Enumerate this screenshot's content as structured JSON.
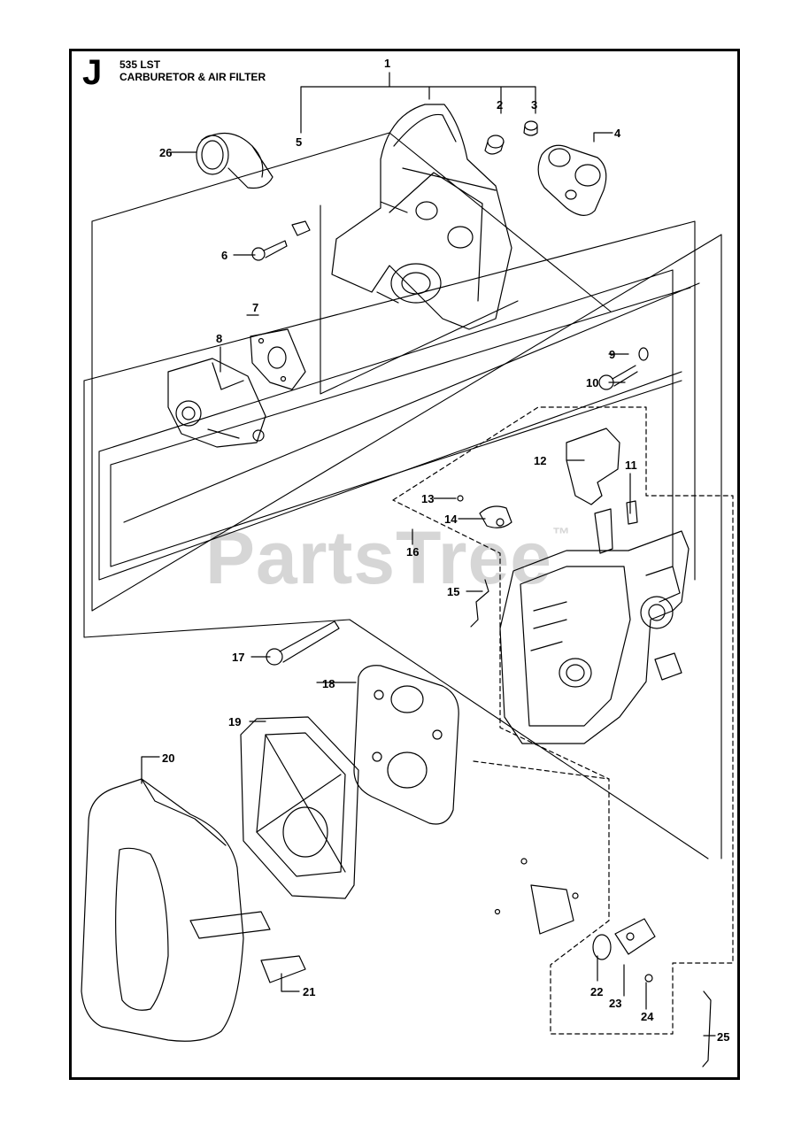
{
  "header": {
    "section_letter": "J",
    "model": "535 LST",
    "title": "CARBURETOR & AIR FILTER"
  },
  "watermark": {
    "text": "PartsTree",
    "mark": "™"
  },
  "callouts": [
    "1",
    "2",
    "3",
    "4",
    "5",
    "6",
    "7",
    "8",
    "9",
    "10",
    "11",
    "12",
    "13",
    "14",
    "15",
    "16",
    "17",
    "18",
    "19",
    "20",
    "21",
    "22",
    "23",
    "24",
    "25",
    "26"
  ]
}
